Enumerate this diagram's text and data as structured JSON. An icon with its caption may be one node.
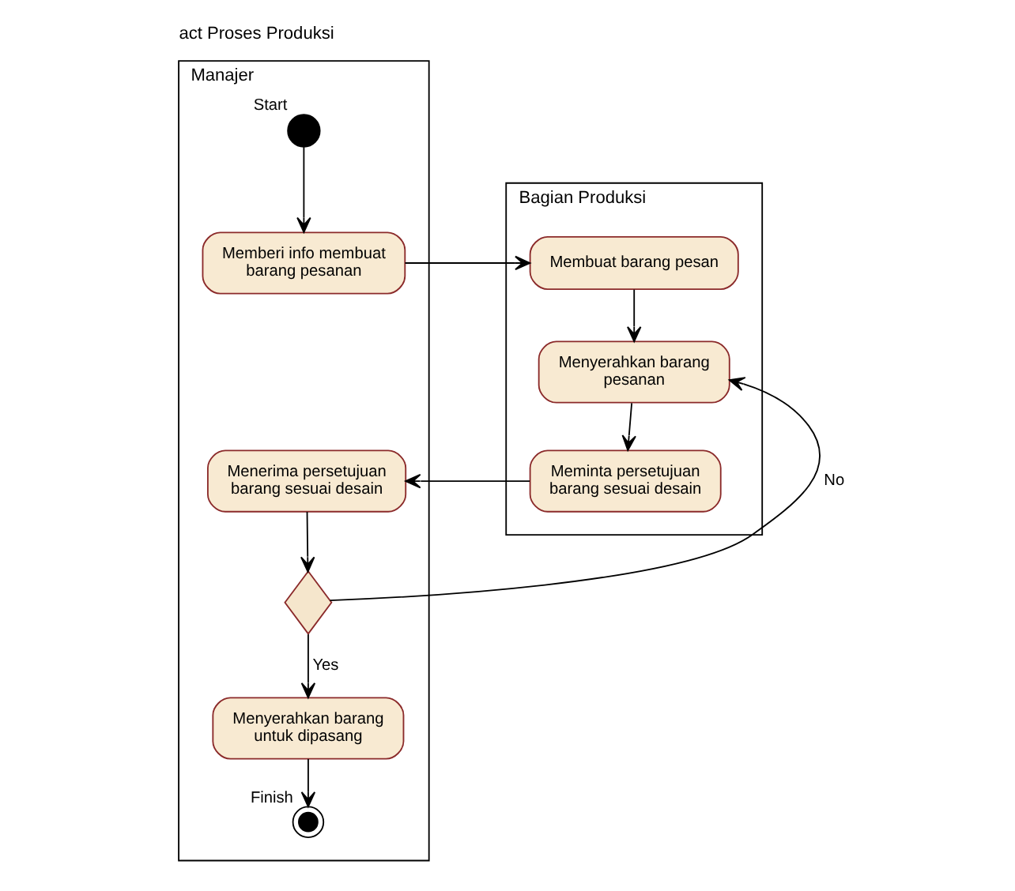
{
  "diagram": {
    "title": "act Proses Produksi",
    "nodes": [
      {
        "text": [
          "Manajer"
        ]
      },
      {
        "text": [
          "Bagian Produksi"
        ]
      },
      {
        "text": [],
        "shape": "circle",
        "in": 0,
        "beside": [
          "Start"
        ]
      },
      {
        "text": [
          "Memberi info membuat barang pesanan"
        ],
        "in": 0
      },
      {
        "text": [
          "Membuat barang pesan"
        ],
        "in": 1
      },
      {
        "text": [
          "Menyerahkan barang pesanan"
        ],
        "in": 1
      },
      {
        "text": [],
        "shape": "diamond",
        "in": 0
      },
      {
        "text": [
          "Menerima persetujuan barang sesuai desain"
        ],
        "in": 0
      },
      {
        "text": [
          "Meminta persetujuan barang sesuai desain"
        ],
        "in": 1
      },
      {
        "text": [
          "Menyerahkan barang untuk dipasang"
        ],
        "in": 0
      },
      {
        "text": [],
        "shape": "circle",
        "in": 0,
        "beside": [
          "Finish"
        ]
      }
    ],
    "edges": [
      {
        "from": 2,
        "to": 3,
        "arrow": "to"
      },
      {
        "from": 3,
        "to": 4,
        "arrow": "to"
      },
      {
        "from": 4,
        "to": 5,
        "arrow": "to"
      },
      {
        "from": 5,
        "to": 8,
        "arrow": "to"
      },
      {
        "from": 8,
        "to": 7,
        "arrow": "to"
      },
      {
        "from": 7,
        "to": 6,
        "arrow": "to"
      },
      {
        "from": 6,
        "to": 5,
        "arrow": "to",
        "label": "No"
      },
      {
        "from": 6,
        "to": 9,
        "arrow": "to",
        "label": "Yes"
      },
      {
        "from": 9,
        "to": 10,
        "arrow": "to"
      }
    ]
  }
}
